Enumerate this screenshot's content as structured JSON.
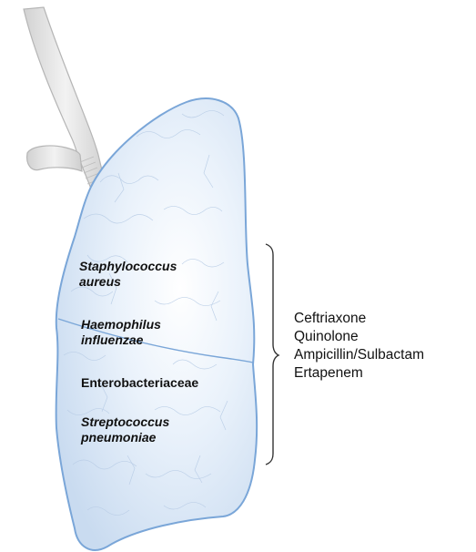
{
  "organisms": [
    {
      "name": "staphylococcus",
      "lines": [
        "Staphylococcus",
        "aureus"
      ],
      "italic": true
    },
    {
      "name": "haemophilus",
      "lines": [
        "Haemophilus",
        "influenzae"
      ],
      "italic": true
    },
    {
      "name": "enterobacteriaceae",
      "lines": [
        "Enterobacteriaceae"
      ],
      "italic": false
    },
    {
      "name": "streptococcus",
      "lines": [
        "Streptococcus",
        "pneumoniae"
      ],
      "italic": true
    }
  ],
  "antibiotics": [
    "Ceftriaxone",
    "Quinolone",
    "Ampicillin/Sulbactam",
    "Ertapenem"
  ],
  "colors": {
    "lung_fill": "#dbe8f7",
    "lung_outline": "#7aa6d8",
    "lung_texture": "#b9cde6",
    "trachea_fill": "#e3e3e3",
    "trachea_outline": "#b5b5b5",
    "bracket": "#333333",
    "text": "#111111"
  }
}
